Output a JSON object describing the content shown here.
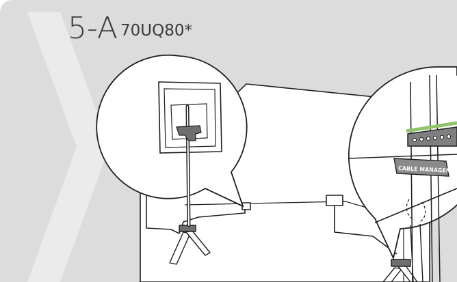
{
  "step": {
    "number": "5-A",
    "model": "70UQ80*"
  },
  "callout_right": {
    "strap_label": "CABLE MANAGEMENT"
  },
  "colors": {
    "background": "#dcdcdc",
    "chevron": "#ebebeb",
    "line": "#1e1e1e",
    "clip_highlight": "#8fc46a",
    "clip_body": "#7f7f7f",
    "strap_body": "#8a8a8a"
  }
}
